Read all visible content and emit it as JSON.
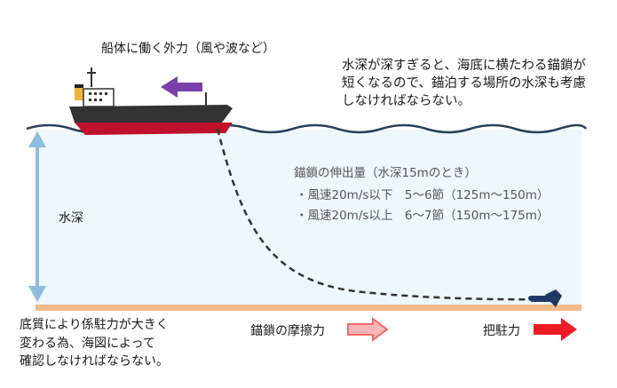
{
  "labels": {
    "external_force": "船体に働く外力（風や波など）",
    "depth_note": [
      "水深が深すぎると、海底に横たわる錨鎖が",
      "短くなるので、錨泊する場所の水深も考慮",
      "しなければならない。"
    ],
    "chain_title": "錨鎖の伸出量（水深15mのとき）",
    "chain_rows": [
      "・風速20m/s以下　5〜6節（125m〜150m）",
      "・風速20m/s以上　6〜7節（150m〜175m）"
    ],
    "water_depth": "水深",
    "seabed_note": [
      "底質により係駐力が大きく",
      "変わる為、海図によって",
      "確認しなければならない。"
    ],
    "chain_friction": "錨鎖の摩擦力",
    "holding_power": "把駐力"
  },
  "colors": {
    "water": "#eef7fb",
    "wave": "#2a3f5c",
    "seabed": "#f2b98a",
    "depth_arrow": "#8fbcdc",
    "force_arrow": "#7a3fa8",
    "friction_arrow": "#f06a6a",
    "holding_arrow": "#ee1c25",
    "hull_top": "#333333",
    "hull_bottom": "#c0102b",
    "chain": "#333333",
    "anchor": "#1f3864"
  }
}
